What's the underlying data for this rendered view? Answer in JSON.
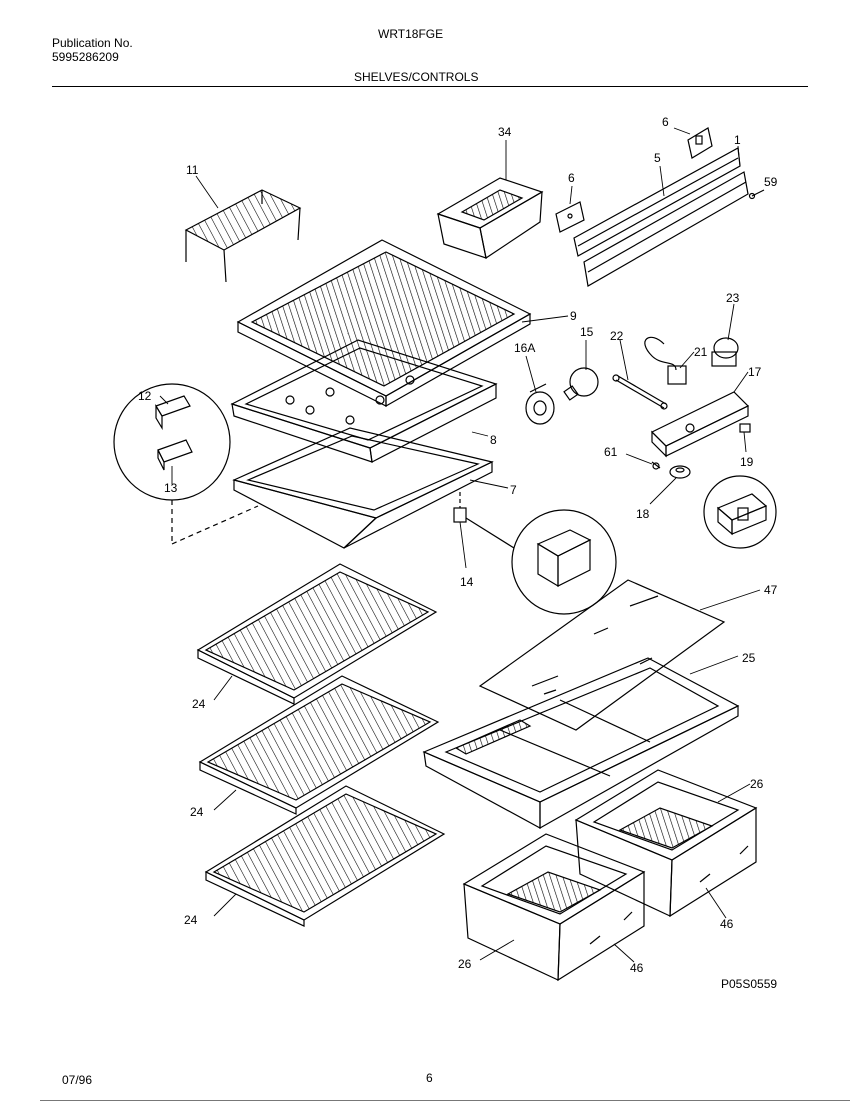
{
  "header": {
    "publication_label": "Publication No.",
    "publication_number": "5995286209",
    "model": "WRT18FGE",
    "section_title": "SHELVES/CONTROLS"
  },
  "footer": {
    "date": "07/96",
    "page": "6",
    "figure_code": "P05S0559"
  },
  "callouts": {
    "c11": "11",
    "c34": "34",
    "c6a": "6",
    "c6b": "6",
    "c5": "5",
    "c1": "1",
    "c59": "59",
    "c9": "9",
    "c15": "15",
    "c16a": "16A",
    "c22": "22",
    "c23": "23",
    "c21": "21",
    "c17": "17",
    "c12": "12",
    "c13": "13",
    "c8": "8",
    "c7": "7",
    "c61": "61",
    "c19": "19",
    "c18": "18",
    "c14": "14",
    "c47": "47",
    "c25": "25",
    "c24a": "24",
    "c24b": "24",
    "c24c": "24",
    "c26a": "26",
    "c26b": "26",
    "c46a": "46",
    "c46b": "46"
  }
}
